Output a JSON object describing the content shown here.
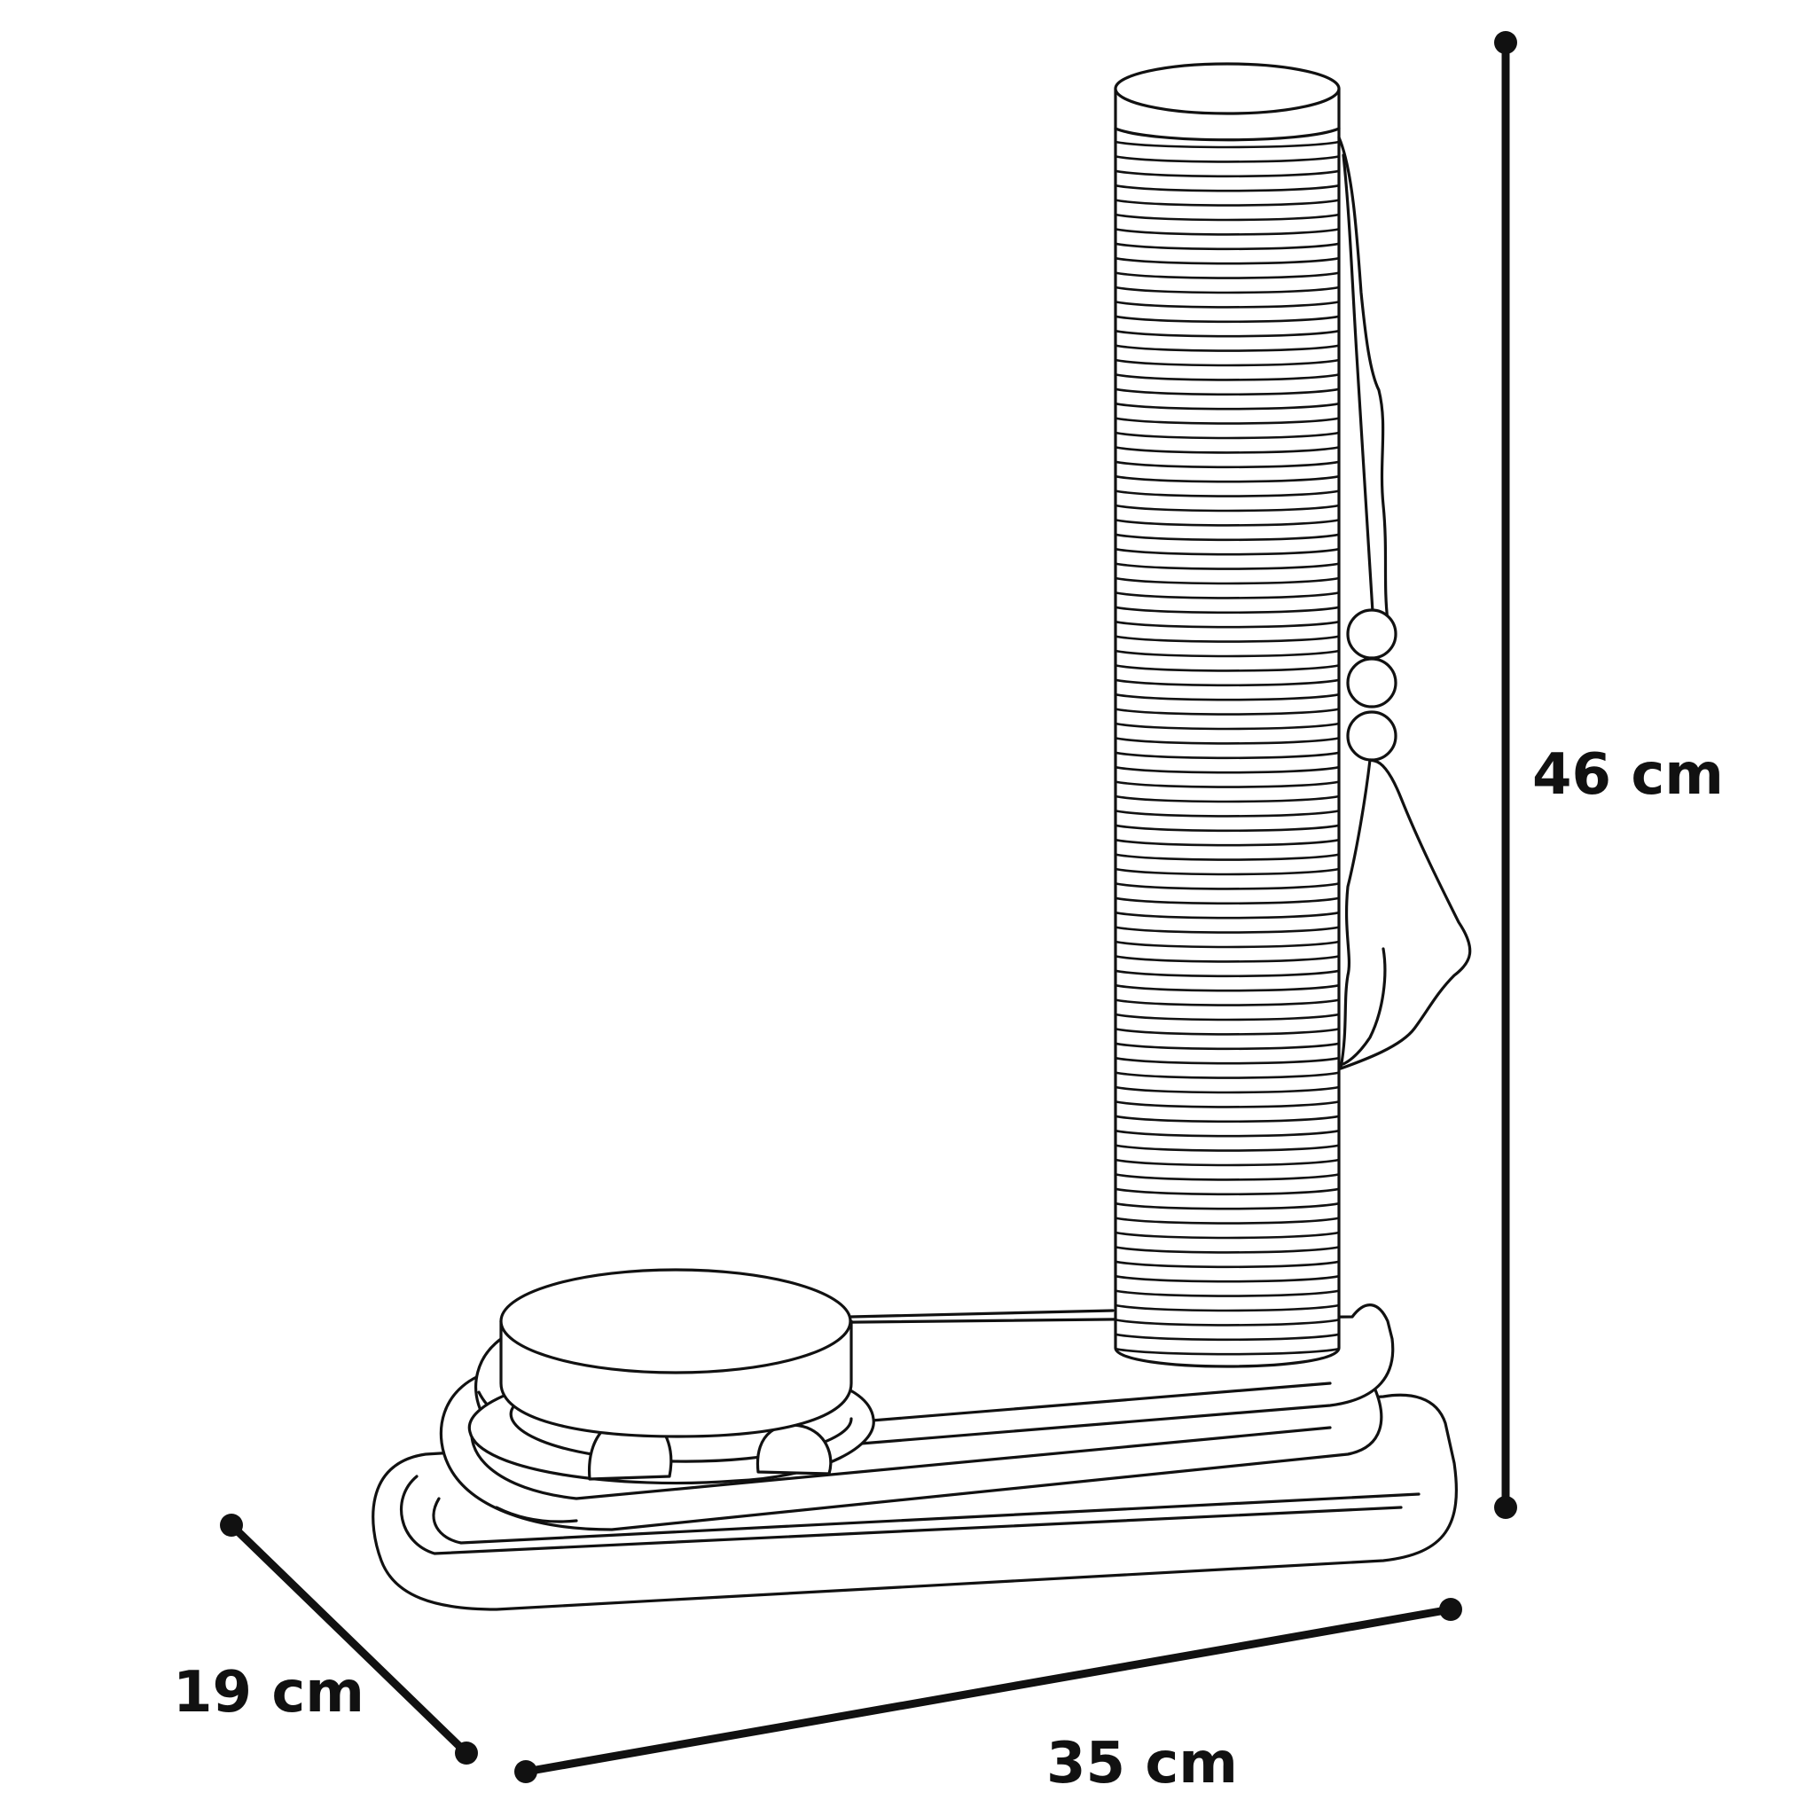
{
  "dimensions": {
    "height": "46 cm",
    "width": "35 cm",
    "depth": "19 cm"
  },
  "colors": {
    "line": "#111111",
    "background": "#ffffff"
  }
}
